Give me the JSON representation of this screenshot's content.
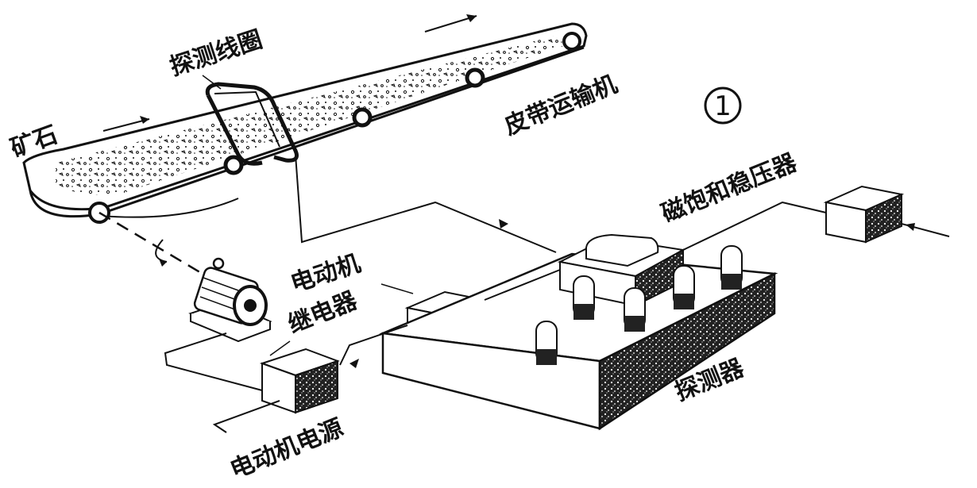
{
  "labels": {
    "coil": "探测线圈",
    "ore": "矿石",
    "conveyor": "皮带运输机",
    "figure_number": "1",
    "stabilizer": "磁饱和稳压器",
    "motor": "电动机",
    "relay": "继电器",
    "detector": "探测器",
    "motor_power": "电动机电源"
  },
  "colors": {
    "ink": "#111111",
    "paper": "#ffffff",
    "texture": "#3a3a3a"
  }
}
